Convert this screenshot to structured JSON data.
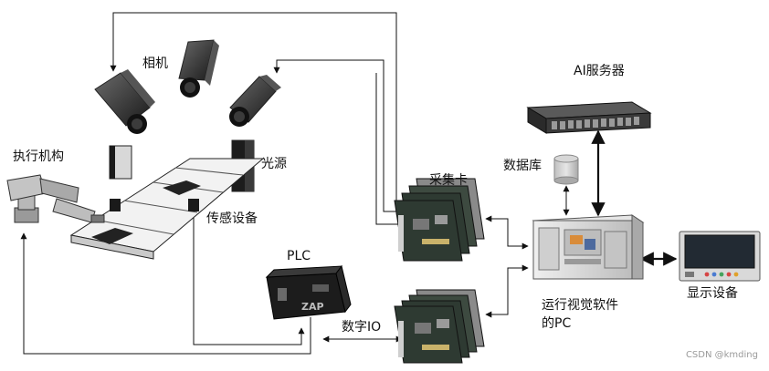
{
  "labels": {
    "camera": "相机",
    "actuator": "执行机构",
    "light_source": "光源",
    "sensor": "传感设备",
    "acquisition_card": "采集卡",
    "database": "数据库",
    "ai_server": "AI服务器",
    "plc": "PLC",
    "digital_io": "数字IO",
    "pc_line1": "运行视觉软件",
    "pc_line2": "的PC",
    "display": "显示设备"
  },
  "watermark": "CSDN @kmding",
  "plc_brand": "ZAP",
  "colors": {
    "line": "#111111",
    "card_pcb": "#2e3a32",
    "device_dark": "#1c1c1c",
    "cabinet": "#d6d6d6",
    "screen": "#222a33",
    "button_colors": [
      "#d64545",
      "#4a7bd1",
      "#45a35c",
      "#d64545",
      "#e0a12b"
    ]
  }
}
